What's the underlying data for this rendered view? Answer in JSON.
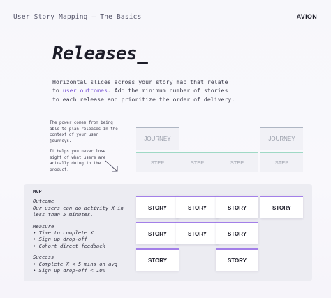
{
  "header": {
    "title": "User Story Mapping – The Basics",
    "logo": "AVION"
  },
  "page": {
    "title": "Releases_"
  },
  "description": {
    "line1": "Horizontal slices across your story map that relate",
    "line2_pre": "to ",
    "line2_highlight": "user outcomes",
    "line2_post": ". Add the minimum number of stories",
    "line3": "to each release and prioritize the order of delivery."
  },
  "side_note": {
    "paragraph1": "The power comes from being able to plan releases in the context of your user journeys.",
    "paragraph2": "It helps you never lose sight of what users are actually doing in the product."
  },
  "journeys": {
    "label_1": "JOURNEY",
    "label_2": "JOURNEY"
  },
  "steps": {
    "label_1": "STEP",
    "label_2": "STEP",
    "label_3": "STEP",
    "label_4": "STEP"
  },
  "release": {
    "name": "MVP",
    "outcome_title": "Outcome",
    "outcome_text": "Our users can do activity X in less than 5 minutes.",
    "measure_title": "Measure",
    "measure_items": [
      "• Time to complete X",
      "• Sign up drop-off",
      "• Cohort direct feedback"
    ],
    "success_title": "Success",
    "success_items": [
      "• Complete X < 5 mins on avg",
      "• Sign up drop-off < 10%"
    ]
  },
  "stories": {
    "c1r1": "STORY",
    "c1r2": "STORY",
    "c1r3": "STORY",
    "c2r1": "STORY",
    "c2r2": "STORY",
    "c3r1": "STORY",
    "c3r2": "STORY",
    "c3r3": "STORY",
    "c4r1": "STORY"
  },
  "colors": {
    "accent": "#7b57d6",
    "story_border": "#a37fe8",
    "step_border": "#9fd9c5",
    "journey_border": "#aeb6c3"
  }
}
